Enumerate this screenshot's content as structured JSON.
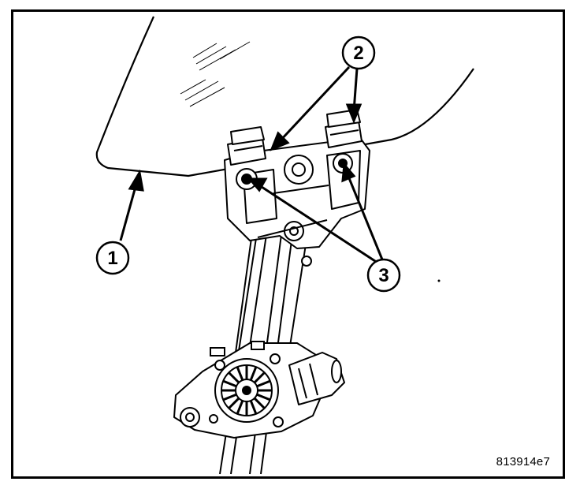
{
  "figure_id": "813914e7",
  "callouts": [
    {
      "label": "1"
    },
    {
      "label": "2"
    },
    {
      "label": "3"
    }
  ],
  "ink_color": "#000000",
  "paper_color": "#ffffff"
}
